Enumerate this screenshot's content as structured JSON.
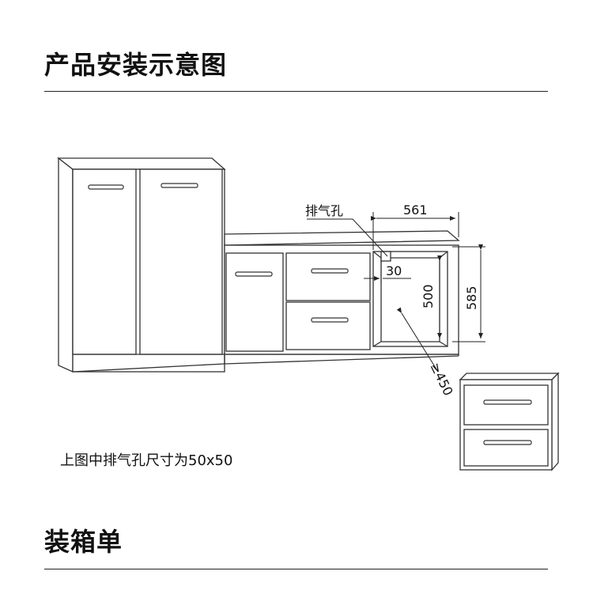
{
  "titles": {
    "installation": "产品安装示意图",
    "packing_list": "装箱单"
  },
  "diagram": {
    "vent_label": "排气孔",
    "dim_width": "561",
    "dim_vent_offset": "30",
    "dim_inner_height": "500",
    "dim_outer_height": "585",
    "dim_min_depth": "≥450"
  },
  "caption": "上图中排气孔尺寸为50x50",
  "colors": {
    "line": "#333333",
    "cabinet_fill": "#ffffff"
  }
}
